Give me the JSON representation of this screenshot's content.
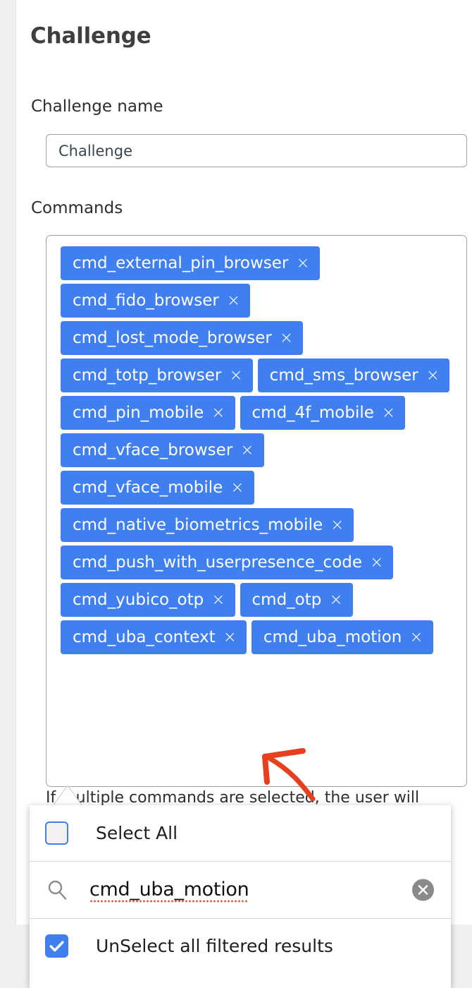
{
  "page": {
    "title": "Challenge",
    "background_color": "#f0f0f0",
    "card_color": "#ffffff"
  },
  "form": {
    "challenge_name": {
      "label": "Challenge name",
      "value": "Challenge",
      "placeholder": "Challenge"
    },
    "commands": {
      "label": "Commands",
      "helper_text": "If multiple commands are selected, the user will",
      "chip_color": "#3f7ff0",
      "chip_text_color": "#ffffff",
      "remove_glyph": "×",
      "chips": [
        {
          "label": "cmd_external_pin_browser"
        },
        {
          "label": "cmd_fido_browser"
        },
        {
          "label": "cmd_lost_mode_browser"
        },
        {
          "label": "cmd_totp_browser"
        },
        {
          "label": "cmd_sms_browser"
        },
        {
          "label": "cmd_pin_mobile"
        },
        {
          "label": "cmd_4f_mobile"
        },
        {
          "label": "cmd_vface_browser"
        },
        {
          "label": "cmd_vface_mobile"
        },
        {
          "label": "cmd_native_biometrics_mobile"
        },
        {
          "label": "cmd_push_with_userpresence_code"
        },
        {
          "label": "cmd_yubico_otp"
        },
        {
          "label": "cmd_otp"
        },
        {
          "label": "cmd_uba_context"
        },
        {
          "label": "cmd_uba_motion"
        }
      ]
    }
  },
  "dropdown": {
    "select_all": {
      "label": "Select All",
      "checked": false
    },
    "search": {
      "value": "cmd_uba_motion",
      "placeholder": "cmd_uba_motion",
      "icon": "search-icon",
      "clear_icon": "clear-circle-icon",
      "spellcheck_error": true
    },
    "unselect_all_filtered": {
      "label": "UnSelect all filtered results",
      "checked": true
    },
    "accent_color": "#3f7ff0"
  },
  "annotation": {
    "arrow_color": "#e8401f",
    "type": "hand-drawn-arrow",
    "points_to": "cmd_uba_motion"
  }
}
